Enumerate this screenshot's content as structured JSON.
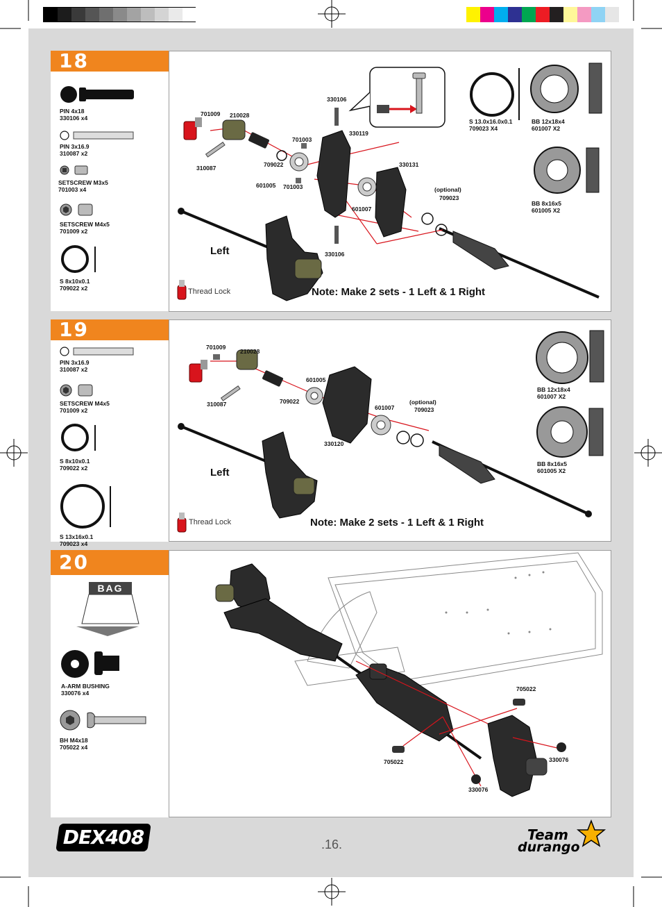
{
  "page": {
    "number": ".16."
  },
  "color_bar_gray": [
    "#000000",
    "#1c1c1c",
    "#3a3a3a",
    "#555555",
    "#6f6f6f",
    "#8a8a8a",
    "#a3a3a3",
    "#bdbdbd",
    "#d4d4d4",
    "#eaeaea",
    "#ffffff"
  ],
  "color_bar_color": [
    "#fff200",
    "#ec008c",
    "#00aeef",
    "#2e3192",
    "#00a651",
    "#ed1c24",
    "#231f20",
    "#fff799",
    "#f49ac2",
    "#8fd3f4",
    "#e6e6e6"
  ],
  "brand": {
    "logo_left": "DEX408",
    "logo_right_top": "Team",
    "logo_right_bottom": "durango"
  },
  "step18": {
    "number": "18",
    "parts": [
      {
        "name": "PIN  4x18",
        "code": "330106  x4"
      },
      {
        "name": "PIN  3x16.9",
        "code": "310087  x2"
      },
      {
        "name": "SETSCREW  M3x5",
        "code": "701003  x4"
      },
      {
        "name": "SETSCREW  M4x5",
        "code": "701009  x2"
      },
      {
        "name": "S  8x10x0.1",
        "code": "709022 x2"
      }
    ],
    "labels": {
      "l701009": "701009",
      "l210028": "210028",
      "l310087": "310087",
      "l709022": "709022",
      "l701003a": "701003",
      "l601005": "601005",
      "l701003b": "701003",
      "l330106a": "330106",
      "l330119": "330119",
      "l330131": "330131",
      "l601007": "601007",
      "l330106b": "330106",
      "optional": "(optional)",
      "opt_code": "709023"
    },
    "right_parts": [
      {
        "name": "S  13.0x16.0x0.1",
        "code": "709023  X4"
      },
      {
        "name": "BB  12x18x4",
        "code": "601007  X2"
      },
      {
        "name": "BB  8x16x5",
        "code": "601005  X2"
      }
    ],
    "side": "Left",
    "thread_lock": "Thread Lock",
    "note": "Note: Make 2 sets - 1 Left & 1 Right"
  },
  "step19": {
    "number": "19",
    "parts": [
      {
        "name": "PIN  3x16.9",
        "code": "310087  x2"
      },
      {
        "name": "SETSCREW  M4x5",
        "code": "701009  x2"
      },
      {
        "name": "S  8x10x0.1",
        "code": "709022  x2"
      },
      {
        "name": "S  13x16x0.1",
        "code": "709023  x4"
      }
    ],
    "labels": {
      "l701009": "701009",
      "l210028": "210028",
      "l310087": "310087",
      "l709022": "709022",
      "l601005": "601005",
      "l601007": "601007",
      "l330120": "330120",
      "optional": "(optional)",
      "opt_code": "709023"
    },
    "right_parts": [
      {
        "name": "BB  12x18x4",
        "code": "601007  X2"
      },
      {
        "name": "BB  8x16x5",
        "code": "601005  X2"
      }
    ],
    "side": "Left",
    "thread_lock": "Thread Lock",
    "note": "Note: Make 2 sets - 1 Left & 1 Right"
  },
  "step20": {
    "number": "20",
    "bag": "BAG",
    "parts": [
      {
        "name": "A-ARM BUSHING",
        "code": "330076  x4"
      },
      {
        "name": "BH M4x18",
        "code": "705022  x4"
      }
    ],
    "labels": {
      "l705022a": "705022",
      "l705022b": "705022",
      "l330076a": "330076",
      "l330076b": "330076"
    }
  }
}
